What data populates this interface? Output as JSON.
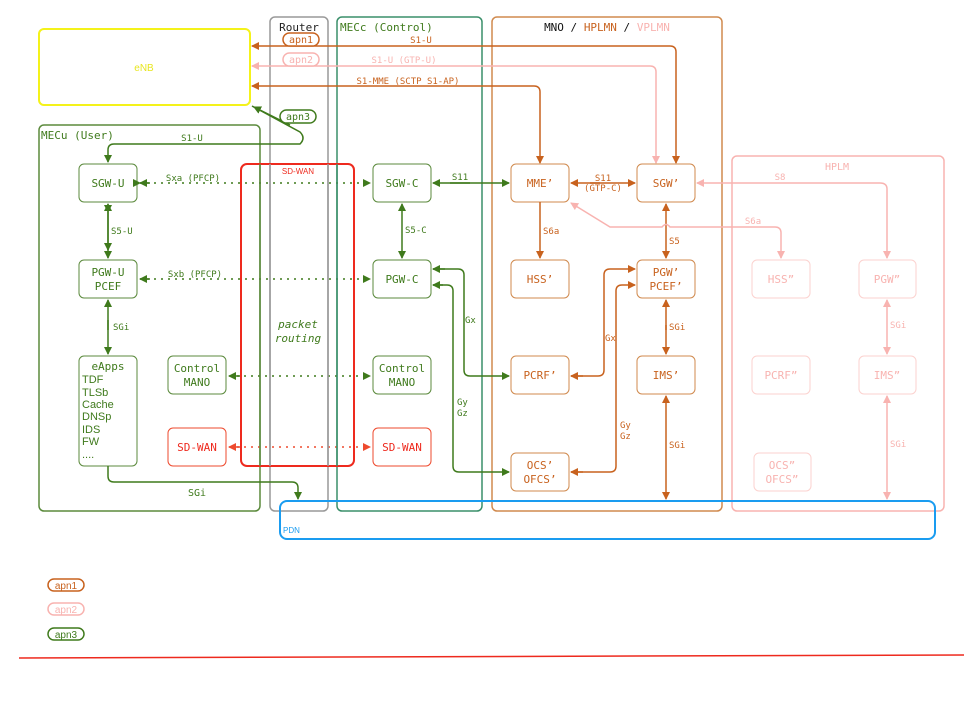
{
  "colors": {
    "green": "#3f7a1c",
    "green_box": "#5b8a3c",
    "teal": "#3a8f6a",
    "gray": "#999999",
    "orange": "#c8621e",
    "orange_box": "#d08a4e",
    "pink": "#f8b3b0",
    "red": "#ee2a1e",
    "yellow": "#f4f21a",
    "blue": "#1a9cf0"
  },
  "groups": {
    "enb": "eNB",
    "router": "Router",
    "mecc": "MECc (Control)",
    "mno_title": [
      "MNO",
      " / ",
      "HPLMN",
      " / ",
      "VPLMN"
    ],
    "mecu": "MECu (User)",
    "hplm": "HPLM",
    "sdwan_area": "SD-WAN",
    "sdwan_note": [
      "packet",
      "routing"
    ],
    "pdn": "PDN"
  },
  "nodes": {
    "sgw_u": [
      "SGW-U"
    ],
    "pgw_u": [
      "PGW-U",
      "PCEF"
    ],
    "eapps": {
      "title": "eApps",
      "items": [
        "TDF",
        "TLSb",
        "Cache",
        "DNSp",
        "IDS",
        "FW",
        "...."
      ]
    },
    "control_mano_u": [
      "Control",
      "MANO"
    ],
    "sdwan_u": [
      "SD-WAN"
    ],
    "sgw_c": [
      "SGW-C"
    ],
    "pgw_c": [
      "PGW-C"
    ],
    "control_mano_c": [
      "Control",
      "MANO"
    ],
    "sdwan_c": [
      "SD-WAN"
    ],
    "mme": [
      "MME’"
    ],
    "sgw": [
      "SGW’"
    ],
    "hss": [
      "HSS’"
    ],
    "pgw_pcef": [
      "PGW’",
      "PCEF’"
    ],
    "pcrf": [
      "PCRF’"
    ],
    "ims": [
      "IMS’"
    ],
    "ocs": [
      "OCS’",
      "OFCS’"
    ],
    "hss2": [
      "HSS”"
    ],
    "pgw2": [
      "PGW”"
    ],
    "pcrf2": [
      "PCRF”"
    ],
    "ims2": [
      "IMS”"
    ],
    "ocs2": [
      "OCS”",
      "OFCS”"
    ]
  },
  "links": {
    "s1u_apn1": "S1-U",
    "s1u_apn2": "S1-U (GTP-U)",
    "s1mme": "S1-MME (SCTP S1-AP)",
    "s1u_apn3": "S1-U",
    "sxa": "Sxa (PFCP)",
    "sxb": "Sxb (PFCP)",
    "s5u": "S5-U",
    "sgi_u": "SGi",
    "sgi_pdn": "SGi",
    "s11": "S11",
    "s5c": "S5-C",
    "gx_c": "Gx",
    "gygz_c": [
      "Gy",
      "Gz"
    ],
    "s11_gtpc": [
      "S11",
      "(GTP-C)"
    ],
    "s6a": "S6a",
    "s5": "S5",
    "gx": "Gx",
    "gygz": [
      "Gy",
      "Gz"
    ],
    "sgi_1": "SGi",
    "sgi_2": "SGi",
    "s8": "S8",
    "s6a_h": "S6a",
    "sgi_h1": "SGi",
    "sgi_h2": "SGi"
  },
  "apn_tags": {
    "apn1": "apn1",
    "apn2": "apn2",
    "apn3": "apn3"
  },
  "legend": [
    {
      "label": "apn1",
      "color": "#c8621e"
    },
    {
      "label": "apn2",
      "color": "#f8b3b0"
    },
    {
      "label": "apn3",
      "color": "#3f7a1c"
    }
  ]
}
